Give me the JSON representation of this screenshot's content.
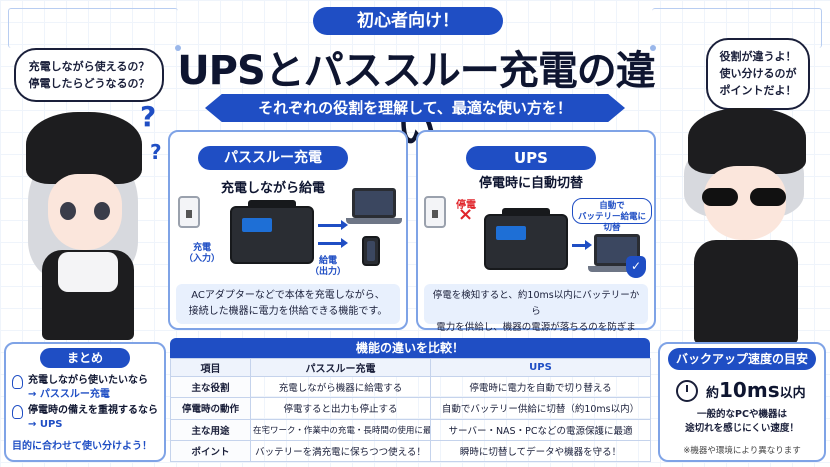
{
  "header": {
    "badge": "初心者向け！",
    "title": "UPSとパススルー充電の違い",
    "subtitle": "それぞれの役割を理解して、最適な使い方を！"
  },
  "bubbles": {
    "left_line1": "充電しながら使えるの？",
    "left_line2": "停電したらどうなるの？",
    "right_line1": "役割が違うよ！",
    "right_line2": "使い分けるのが",
    "right_line3": "ポイントだよ！",
    "question_mark": "?"
  },
  "passthrough": {
    "label": "パススルー充電",
    "sub": "充電しながら給電",
    "input_label_1": "充電",
    "input_label_2": "（入力）",
    "output_label_1": "給電",
    "output_label_2": "（出力）",
    "note_line1": "ACアダプターなどで本体を充電しながら、",
    "note_line2": "接続した機器に電力を供給できる機能です。"
  },
  "ups": {
    "label": "UPS",
    "sub": "停電時に自動切替",
    "outage_label": "停電",
    "cross": "×",
    "callout_line1": "自動で",
    "callout_line2": "バッテリー給電に切替",
    "shield_check": "✓",
    "note_line1": "停電を検知すると、約10ms以内にバッテリーから",
    "note_line2": "電力を供給し、機器の電源が落ちるのを防ぎます。"
  },
  "summary": {
    "title": "まとめ",
    "item1_line1": "充電しながら使いたいなら",
    "item1_line2": "→ パススルー充電",
    "item2_line1": "停電時の備えを重視するなら",
    "item2_line2": "→ UPS",
    "footer": "目的に合わせて使い分けよう！"
  },
  "comparison": {
    "title": "機能の違いを比較！",
    "headers": [
      "項目",
      "パススルー充電",
      "UPS"
    ],
    "rows": [
      [
        "主な役割",
        "充電しながら機器に給電する",
        "停電時に電力を自動で切り替える"
      ],
      [
        "停電時の動作",
        "停電すると出力も停止する",
        "自動でバッテリー供給に切替（約10ms以内）"
      ],
      [
        "主な用途",
        "在宅ワーク・作業中の充電・長時間の使用に最適",
        "サーバー・NAS・PCなどの電源保護に最適"
      ],
      [
        "ポイント",
        "バッテリーを満充電に保ちつつ使える！",
        "瞬時に切替してデータや機器を守る！"
      ]
    ]
  },
  "speed": {
    "title": "バックアップ速度の目安",
    "value_prefix": "約",
    "value": "10ms",
    "value_suffix": "以内",
    "desc_line1": "一般的なPCや機器は",
    "desc_line2": "途切れを感じにくい速度！",
    "footnote": "※機器や環境により異なります"
  },
  "colors": {
    "accent": "#1f4ec4",
    "alert": "#e0242a",
    "panel_border": "#7fa3e6"
  }
}
